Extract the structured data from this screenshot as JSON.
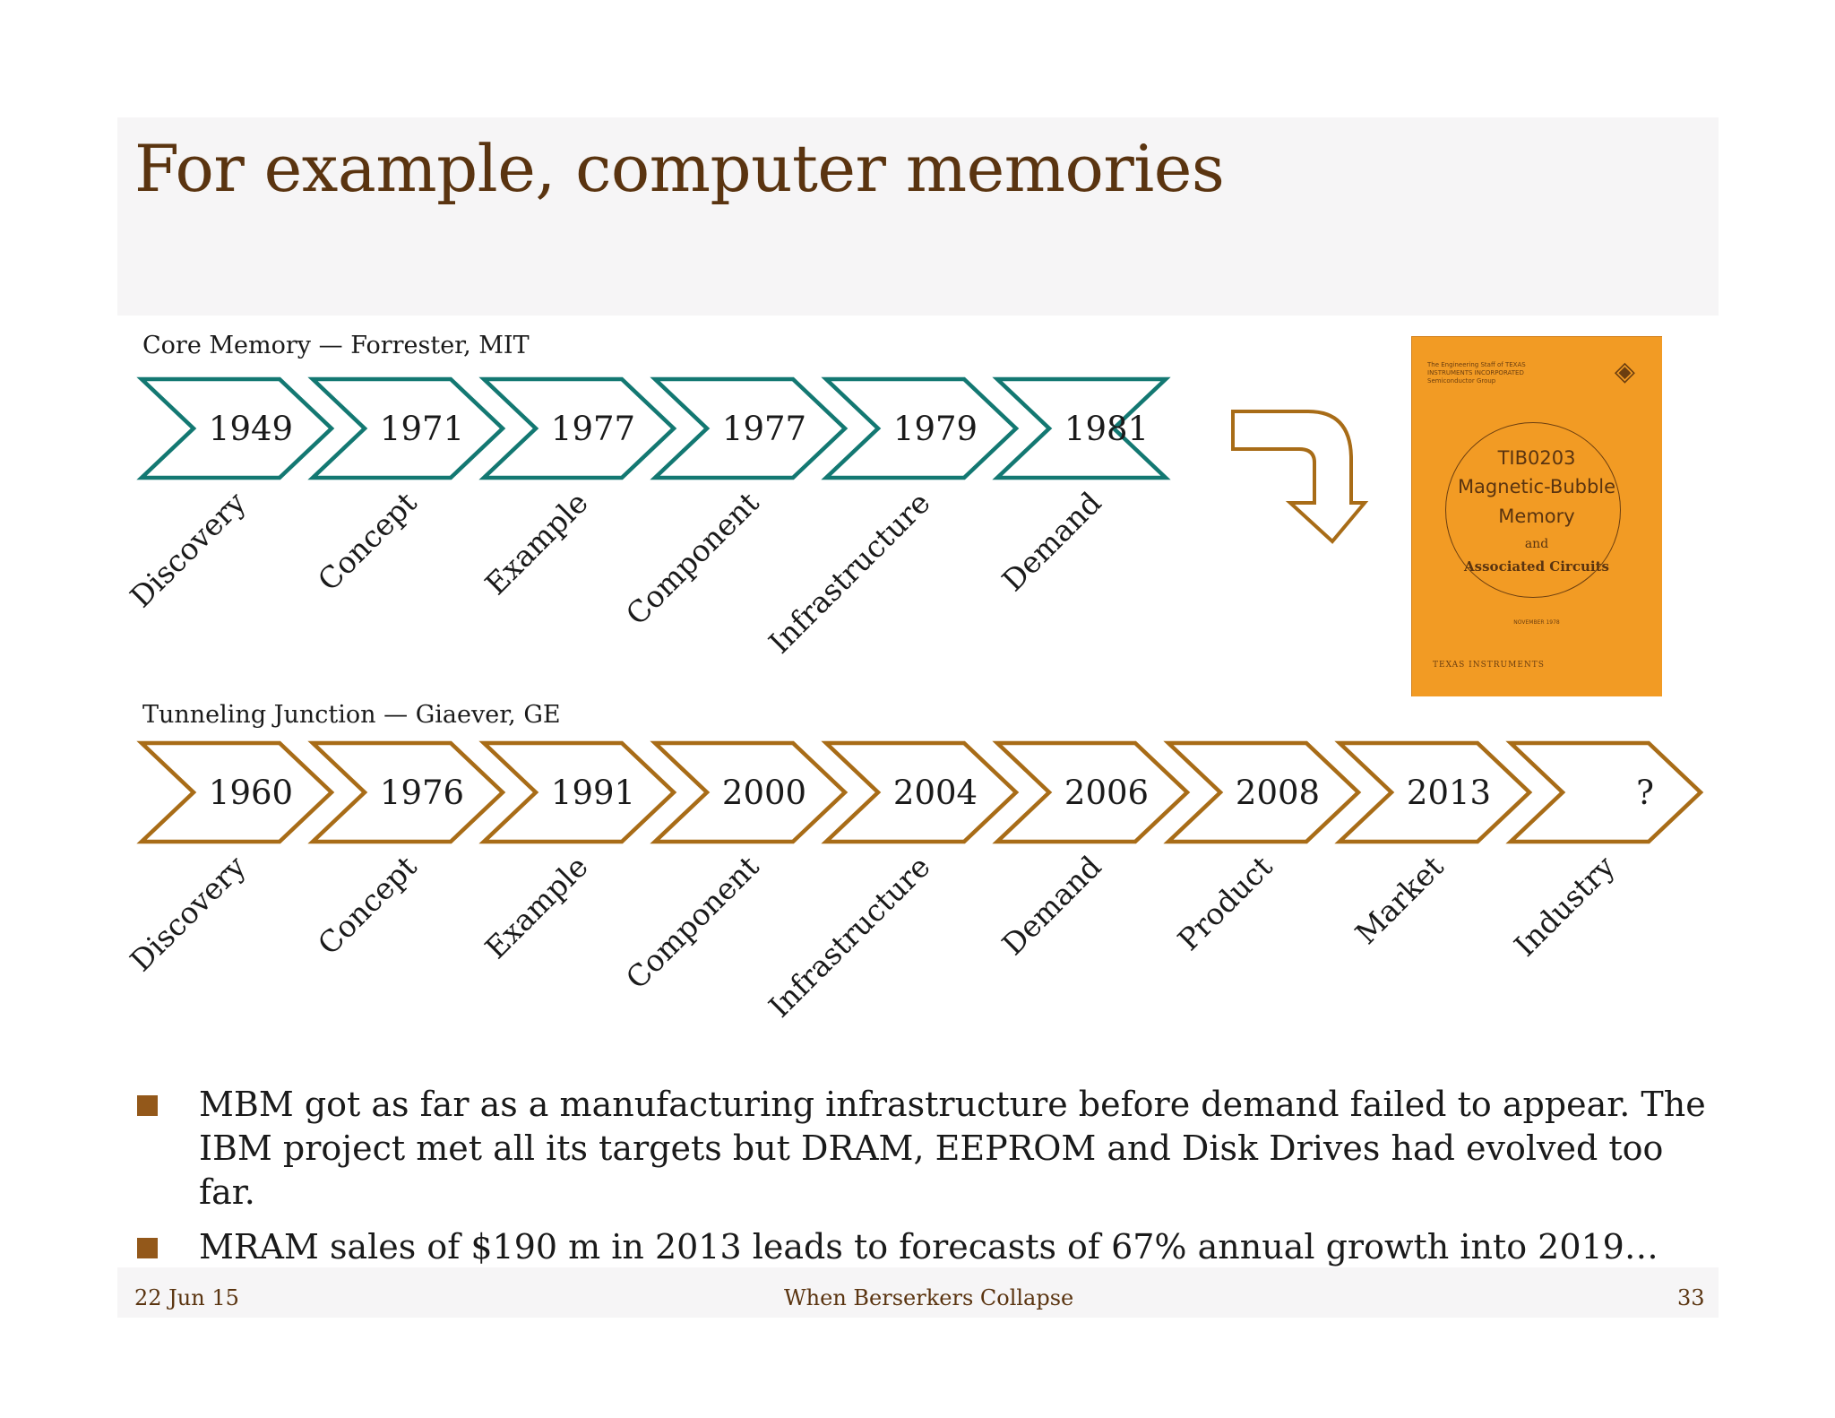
{
  "slide": {
    "title": "For example, computer memories"
  },
  "core_memory": {
    "heading": "Core Memory — Forrester, MIT",
    "color": "#137872",
    "years": [
      "1949",
      "1971",
      "1977",
      "1977",
      "1979",
      "1981"
    ],
    "stages": [
      "Discovery",
      "Concept",
      "Example",
      "Component",
      "Infrastructure",
      "Demand"
    ]
  },
  "tunneling_junction": {
    "heading": "Tunneling Junction — Giaever, GE",
    "color": "#a86c17",
    "years": [
      "1960",
      "1976",
      "1991",
      "2000",
      "2004",
      "2006",
      "2008",
      "2013",
      "?"
    ],
    "stages": [
      "Discovery",
      "Concept",
      "Example",
      "Component",
      "Infrastructure",
      "Demand",
      "Product",
      "Market",
      "Industry"
    ]
  },
  "booklet": {
    "small_text": "The Engineering Staff of TEXAS INSTRUMENTS INCORPORATED Semiconductor Group",
    "code": "TIB0203",
    "line2": "Magnetic-Bubble",
    "line3": "Memory",
    "line4": "and",
    "line5": "Associated Circuits",
    "date": "NOVEMBER 1978",
    "footer": "TEXAS INSTRUMENTS",
    "color": "#f29b24"
  },
  "bullets": [
    "MBM got as far as a manufacturing infrastructure before demand failed to appear. The IBM project met all its targets but DRAM, EEPROM and Disk Drives had evolved too far.",
    "MRAM sales of $190 m in 2013 leads to forecasts of 67% annual growth into 2019…"
  ],
  "footer": {
    "date": "22 Jun 15",
    "center": "When Berserkers Collapse",
    "page": "33"
  }
}
